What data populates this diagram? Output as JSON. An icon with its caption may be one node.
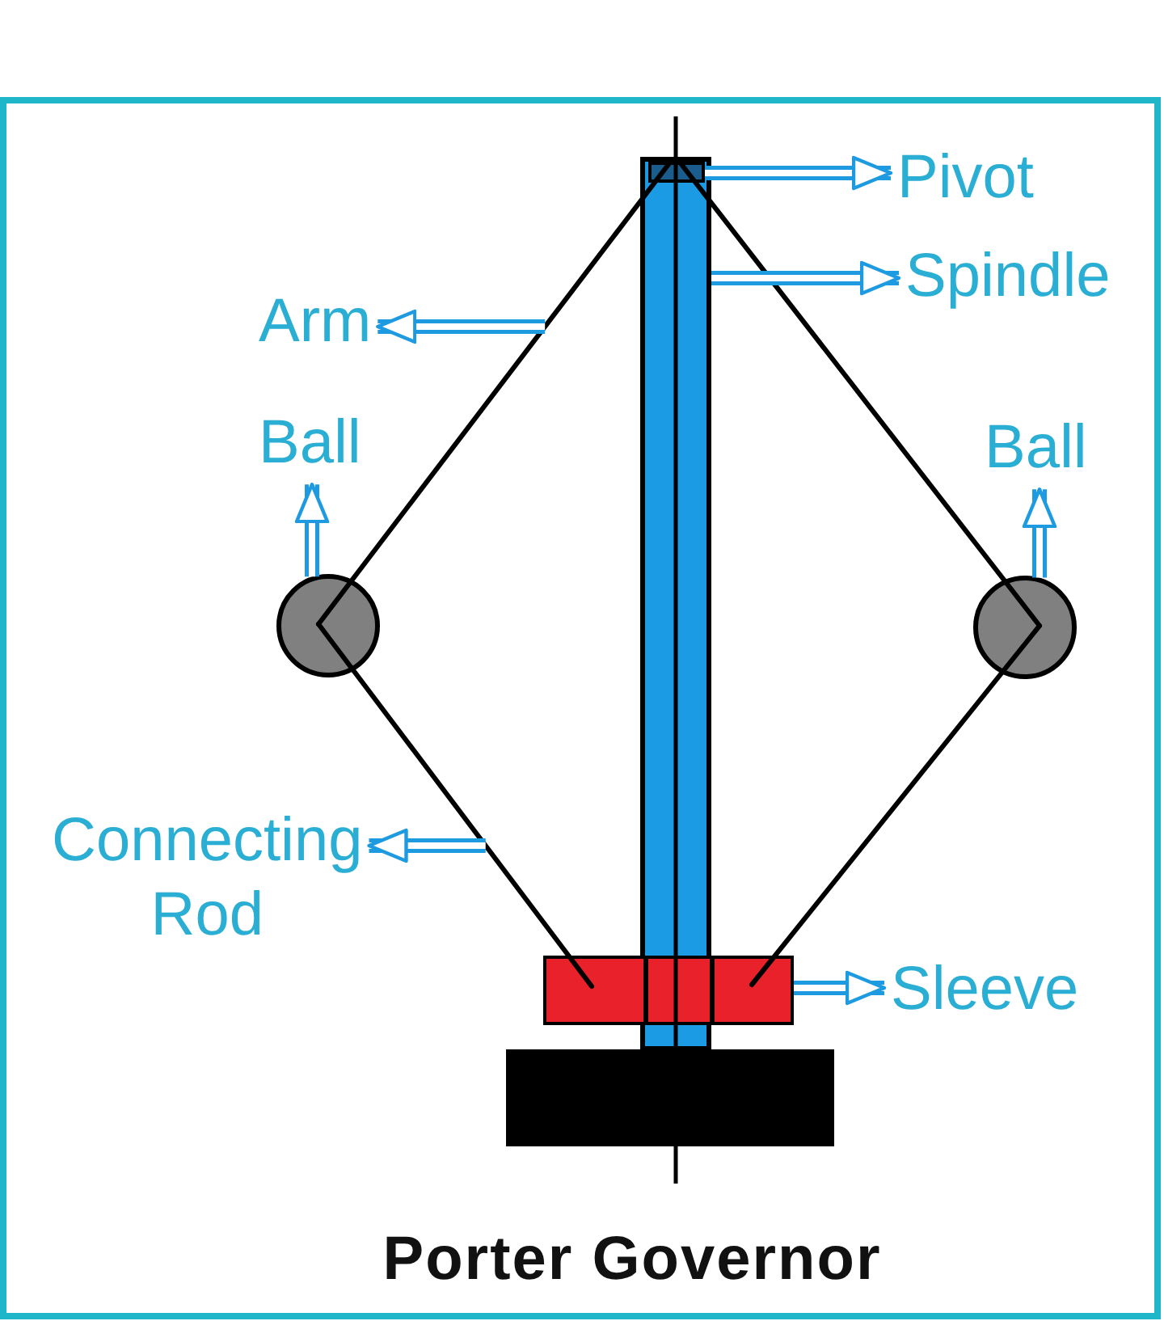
{
  "diagram": {
    "caption": "Porter Governor",
    "nodes": [
      {
        "text": [
          "Pivot"
        ]
      },
      {
        "text": [
          "Spindle"
        ]
      },
      {
        "text": [
          "Arm"
        ]
      },
      {
        "text": [
          "Ball"
        ]
      },
      {
        "text": [
          "Ball"
        ]
      },
      {
        "text": [
          "Connecting Rod"
        ]
      },
      {
        "text": [
          "Sleeve"
        ]
      },
      {
        "text": [],
        "shape": "bar"
      },
      {
        "text": [],
        "shape": "line"
      },
      {
        "text": [],
        "shape": "circle"
      },
      {
        "text": [],
        "shape": "circle"
      },
      {
        "text": [],
        "shape": "line"
      },
      {
        "text": [],
        "shape": "box"
      },
      {
        "text": [],
        "shape": "box",
        "in": 7
      },
      {
        "text": [],
        "shape": "box"
      }
    ],
    "edges": [
      {
        "from": 13,
        "to": 0,
        "arrow": "to"
      },
      {
        "from": 7,
        "to": 1,
        "arrow": "to"
      },
      {
        "from": 8,
        "to": 2,
        "arrow": "to"
      },
      {
        "from": 9,
        "to": 3,
        "arrow": "to"
      },
      {
        "from": 10,
        "to": 4,
        "arrow": "to"
      },
      {
        "from": 11,
        "to": 5,
        "arrow": "to"
      },
      {
        "from": 12,
        "to": 6,
        "arrow": "to"
      }
    ]
  }
}
